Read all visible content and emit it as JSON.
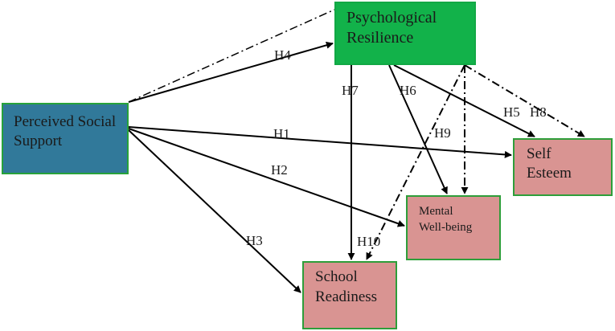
{
  "nodes": {
    "psychological_resilience": {
      "line1": "Psychological",
      "line2": "Resilience",
      "color": "#12b24a"
    },
    "perceived_social_support": {
      "line1": "Perceived Social",
      "line2": "Support",
      "color": "#31799a"
    },
    "self_esteem": {
      "line1": "Self",
      "line2": "Esteem",
      "color": "#d99492"
    },
    "mental_wellbeing": {
      "line1": "Mental",
      "line2": "Well-being",
      "color": "#d99492"
    },
    "school_readiness": {
      "line1": "School",
      "line2": "Readiness",
      "color": "#d99492"
    }
  },
  "hypotheses": {
    "h1": "H1",
    "h2": "H2",
    "h3": "H3",
    "h4": "H4",
    "h5": "H5",
    "h6": "H6",
    "h7": "H7",
    "h8": "H8",
    "h9": "H9",
    "h10": "H10"
  },
  "paths": [
    {
      "from": "Perceived Social Support",
      "to": "Psychological Resilience",
      "label": "H4",
      "style": "solid"
    },
    {
      "from": "Perceived Social Support",
      "to": "Self Esteem",
      "label": "H1",
      "style": "solid"
    },
    {
      "from": "Perceived Social Support",
      "to": "Mental Well-being",
      "label": "H2",
      "style": "solid"
    },
    {
      "from": "Perceived Social Support",
      "to": "School Readiness",
      "label": "H3",
      "style": "solid"
    },
    {
      "from": "Psychological Resilience",
      "to": "Self Esteem",
      "label": "H5",
      "style": "solid"
    },
    {
      "from": "Psychological Resilience",
      "to": "Mental Well-being",
      "label": "H6",
      "style": "solid"
    },
    {
      "from": "Psychological Resilience",
      "to": "School Readiness",
      "label": "H7",
      "style": "solid"
    },
    {
      "from": "Psychological Resilience",
      "to": "Self Esteem",
      "label": "H8",
      "style": "dash-dot"
    },
    {
      "from": "Psychological Resilience",
      "to": "Mental Well-being",
      "label": "H9",
      "style": "dash-dot"
    },
    {
      "from": "Psychological Resilience",
      "to": "School Readiness",
      "label": "H10",
      "style": "dash-dot"
    }
  ]
}
